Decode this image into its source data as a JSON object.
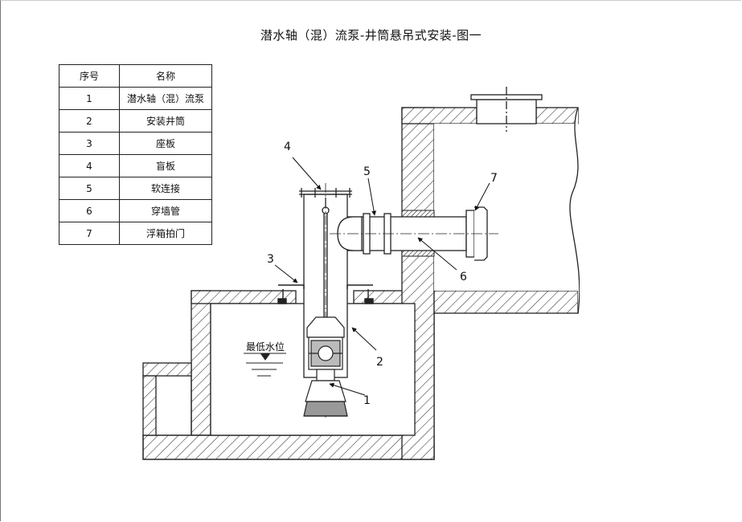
{
  "title": "潜水轴（混）流泵-井筒悬吊式安装-图一",
  "table": {
    "headers": [
      "序号",
      "名称"
    ],
    "rows": [
      [
        "1",
        "潜水轴（混）流泵"
      ],
      [
        "2",
        "安装井筒"
      ],
      [
        "3",
        "座板"
      ],
      [
        "4",
        "盲板"
      ],
      [
        "5",
        "软连接"
      ],
      [
        "6",
        "穿墙管"
      ],
      [
        "7",
        "浮箱拍门"
      ]
    ]
  },
  "callouts": [
    "1",
    "2",
    "3",
    "4",
    "5",
    "6",
    "7"
  ],
  "water_level_label": "最低水位"
}
